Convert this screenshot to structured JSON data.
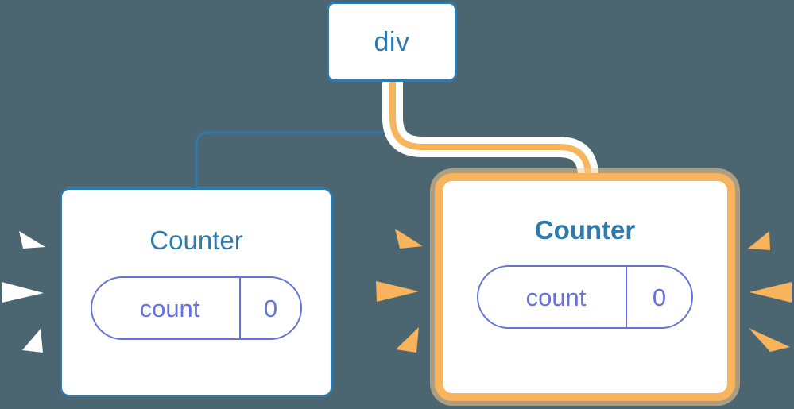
{
  "diagram": {
    "type": "component-tree",
    "background_color": "#4c6671",
    "description": "Component tree showing a div parent with two Counter children; the right Counter is highlighted as re-rendering."
  },
  "nodes": {
    "root": {
      "label": "div",
      "border_color": "#2f7aab",
      "text_color": "#2f7aab",
      "highlighted": "false"
    },
    "counter_left": {
      "title": "Counter",
      "border_color": "#2f7aab",
      "title_color": "#2f7aab",
      "highlighted": "false",
      "state": {
        "key": "count",
        "value": "0",
        "pill_color": "#6573d8"
      }
    },
    "counter_right": {
      "title": "Counter",
      "border_color": "#f7b45c",
      "title_color": "#2f7aab",
      "highlighted": "true",
      "state": {
        "key": "count",
        "value": "0",
        "pill_color": "#6573d8"
      }
    }
  },
  "connectors": [
    {
      "name": "div-to-counter-left",
      "color": "#2f7aab",
      "style": "thin",
      "halo": "none"
    },
    {
      "name": "div-to-counter-right",
      "color": "#f7b45c",
      "style": "thick",
      "halo": "#ffffff"
    }
  ],
  "highlight_rays": {
    "left_node_color": "#ffffff",
    "right_node_color": "#f7b45c",
    "count_per_side": "3"
  }
}
